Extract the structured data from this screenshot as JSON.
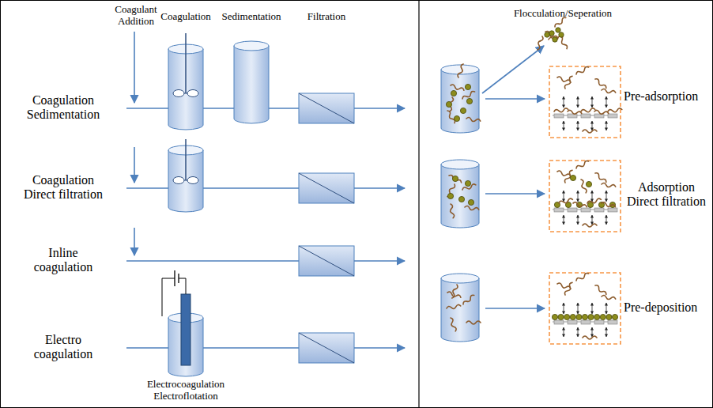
{
  "diagram": {
    "labels": [
      "Coagulant Addition",
      "Coagulation",
      "Sedimentation",
      "Filtration",
      "Coagulation Sedimentation",
      "Coagulation Direct filtration",
      "Inline coagulation",
      "Electro coagulation",
      "Electrocoagulation Electroflotation",
      "Flocculation/Seperation",
      "Pre-adsorption",
      "Adsorption Direct filtration",
      "Pre-deposition"
    ]
  }
}
